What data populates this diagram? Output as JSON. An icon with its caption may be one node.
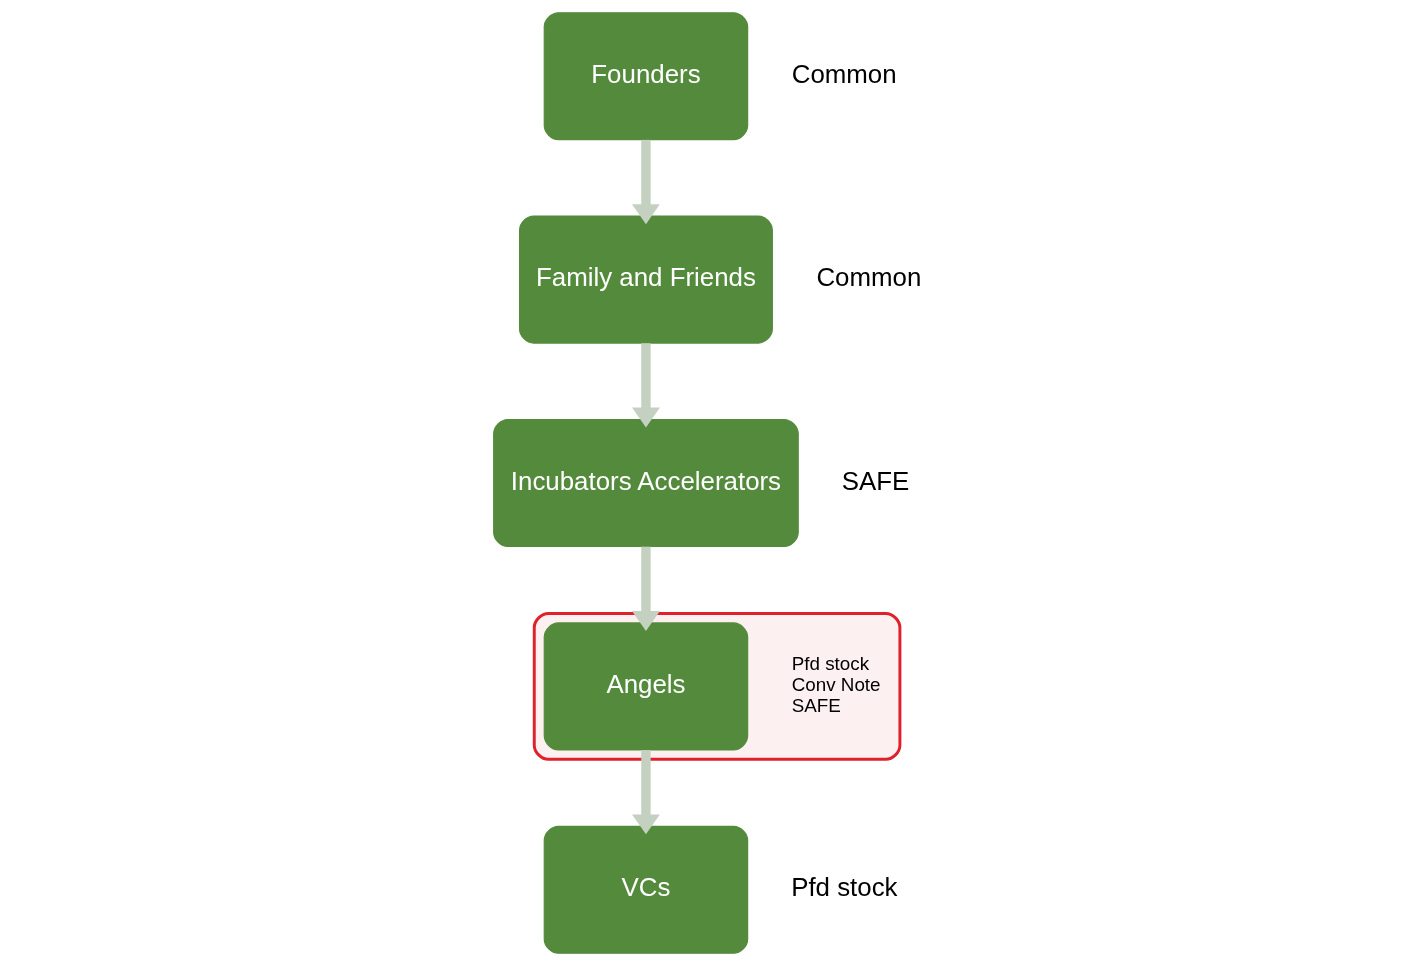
{
  "diagram": {
    "nodes": [
      {
        "text": [
          "Founders"
        ],
        "beside": [
          "Common"
        ]
      },
      {
        "text": [
          "Family and Friends"
        ],
        "beside": [
          "Common"
        ]
      },
      {
        "text": [
          "Incubators Accelerators"
        ],
        "beside": [
          "SAFE"
        ]
      },
      {
        "text": [],
        "shape": "ellipse"
      },
      {
        "text": [
          "Angels"
        ],
        "in": 3,
        "beside": [
          "Pfd stock",
          "Conv Note",
          "SAFE"
        ]
      },
      {
        "text": [
          "VCs"
        ],
        "beside": [
          "Pfd stock"
        ]
      }
    ],
    "edges": [
      {
        "from": 0,
        "to": 1,
        "arrow": "to"
      },
      {
        "from": 1,
        "to": 2,
        "arrow": "to"
      },
      {
        "from": 2,
        "to": 4,
        "arrow": "to"
      },
      {
        "from": 4,
        "to": 5,
        "arrow": "to"
      }
    ]
  }
}
